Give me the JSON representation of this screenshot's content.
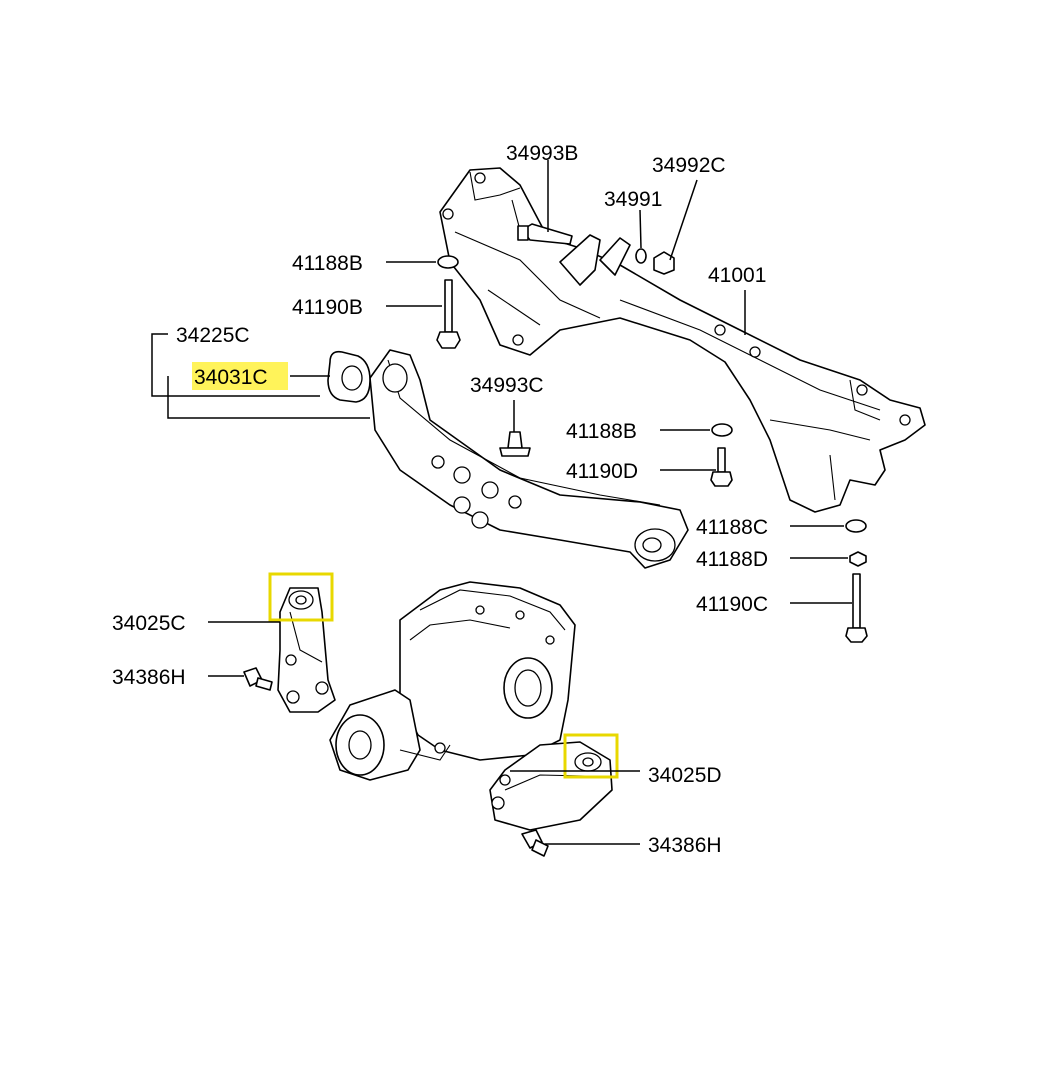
{
  "colors": {
    "highlight": "#fff35a",
    "highlight_border": "#e8d800",
    "line": "#000000",
    "background": "#ffffff"
  },
  "labels": {
    "p34993B": "34993B",
    "p34992C": "34992C",
    "p34991": "34991",
    "p41188B_top": "41188B",
    "p41001": "41001",
    "p41190B": "41190B",
    "p34225C": "34225C",
    "p34031C": "34031C",
    "p34993C": "34993C",
    "p41188B_mid": "41188B",
    "p41190D": "41190D",
    "p41188C": "41188C",
    "p41188D": "41188D",
    "p41190C": "41190C",
    "p34025C": "34025C",
    "p34386H_left": "34386H",
    "p34025D": "34025D",
    "p34386H_bottom": "34386H"
  }
}
